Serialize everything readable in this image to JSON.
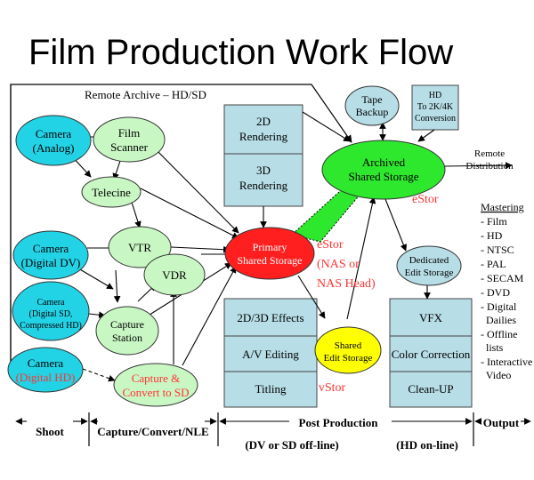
{
  "title": "Film Production Work Flow",
  "remote_archive_label": "Remote Archive – HD/SD",
  "colors": {
    "cyan": "#22d3e6",
    "light_green": "#c9f7c4",
    "bright_green": "#2ee82e",
    "red": "#ff1f1f",
    "yellow": "#ffff00",
    "box_blue": "#b7dde6",
    "red_text": "#ff3333"
  },
  "nodes": {
    "camera_analog": [
      "Camera",
      "(Analog)"
    ],
    "camera_dv": [
      "Camera",
      "(Digital DV)"
    ],
    "camera_sd": [
      "Camera",
      "(Digital SD,",
      "Compressed HD)"
    ],
    "camera_hd_line1": "Camera",
    "camera_hd_line2": "(Digital HD)",
    "film_scanner": [
      "Film",
      "Scanner"
    ],
    "telecine": "Telecine",
    "vtr": "VTR",
    "vdr": "VDR",
    "capture_station": [
      "Capture",
      "Station"
    ],
    "capture_convert": [
      "Capture &",
      "Convert to SD"
    ],
    "rendering_2d": [
      "2D",
      "Rendering"
    ],
    "rendering_3d": [
      "3D",
      "Rendering"
    ],
    "primary_storage": [
      "Primary",
      "Shared Storage"
    ],
    "estor_primary": [
      "eStor",
      "(NAS or",
      "NAS Head)"
    ],
    "tape_backup": [
      "Tape",
      "Backup"
    ],
    "hd_conversion": [
      "HD",
      "To 2K/4K",
      "Conversion"
    ],
    "archived_storage": [
      "Archived",
      "Shared Storage"
    ],
    "estor_archived": "eStor",
    "remote_distribution": [
      "Remote",
      "Distribution"
    ],
    "dedicated_edit": [
      "Dedicated",
      "Edit Storage"
    ],
    "effects": "2D/3D Effects",
    "av_editing": "A/V Editing",
    "titling": "Titling",
    "shared_edit": [
      "Shared",
      "Edit Storage"
    ],
    "vstor": "vStor",
    "vfx": "VFX",
    "color_correction": "Color Correction",
    "cleanup": "Clean-UP"
  },
  "mastering": {
    "title": "Mastering",
    "items": [
      "- Film",
      "- HD",
      "- NTSC",
      "- PAL",
      "- SECAM",
      "- DVD",
      "- Digital",
      "  Dailies",
      "- Offline",
      "  lists",
      "- Interactive",
      "  Video"
    ]
  },
  "stages": {
    "shoot": "Shoot",
    "capture": "Capture/Convert/NLE",
    "post": "Post Production",
    "output": "Output",
    "dv_offline": "(DV or SD off-line)",
    "hd_online": "(HD on-line)"
  }
}
